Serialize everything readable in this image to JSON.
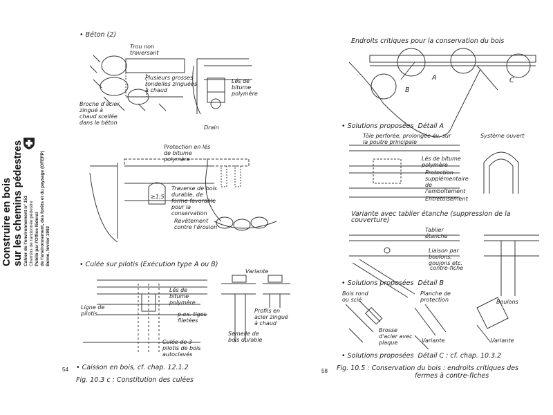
{
  "spine": {
    "title_1": "Construire en bois",
    "title_2": "sur les chemins pédestres",
    "series": "Cahier de l'environnement n° 153",
    "subseries": "Chemins de randonnée pédestre",
    "publisher_1": "Publié par l'Office fédéral",
    "publisher_2": "de l'environnement, des forêts et du paysage (OFEFP)",
    "place_date": "Berne, février 1992"
  },
  "left_page": {
    "section_beton": "• Béton (2)",
    "labels_beton": [
      "Trou non traversant",
      "Plusieurs grosses rondelles zinguées à chaud",
      "Broche d'acier zingué à chaud scellée dans le béton",
      "Lés de bitume polymère",
      "Drain"
    ],
    "labels_middle": [
      "Protection en lés de bitume polymère",
      "Traverse de bois durable, de forme favorable pour la conservation",
      "Revêtement contre l'érosion",
      "≥1:5"
    ],
    "section_pilotis": "• Culée sur pilotis (Exécution type A ou B)",
    "variante": "Variante",
    "labels_pilotis": [
      "Ligne de pilotis",
      "Lés de bitume polymère",
      "p.ex. tiges filetées",
      "Culée de 3 pilotis de bois autoclavés",
      "Profils en acier zingué à chaud",
      "Semelle de bois durable"
    ],
    "caisson": "• Caisson en bois, cf. chap. 12.1.2",
    "page_number": "54",
    "caption": "Fig. 10.3 c : Constitution des culées"
  },
  "right_page": {
    "title_critical": "Endroits critiques pour la conservation du bois",
    "markers": [
      "A",
      "B",
      "C"
    ],
    "section_detail_a": "• Solutions proposées  Détail A",
    "labels_detail_a": [
      "Tôle perforée, prolongée év. sur la poutre principale",
      "Système ouvert",
      "Lés de bitume polymère",
      "Protection supplémentaire de l'emboîtement",
      "Entretoisement"
    ],
    "variante_tablier": "Variante avec tablier étanche (suppression de la couverture)",
    "labels_tablier": [
      "Tablier étanche",
      "Liaison par boulons, goujons etc.",
      "contre-fiche"
    ],
    "section_detail_b": "• Solutions proposées  Détail B",
    "labels_detail_b": [
      "Bois rond ou scié",
      "Planche de protection",
      "Boulons",
      "Brosse d'acier avec plaque",
      "Variante",
      "Variante"
    ],
    "section_detail_c": "• Solutions proposées  Détail C : cf. chap. 10.3.2",
    "page_number": "58",
    "caption_1": "Fig. 10.5 : Conservation du bois : endroits critiques des",
    "caption_2": "fermes à contre-fiches"
  }
}
